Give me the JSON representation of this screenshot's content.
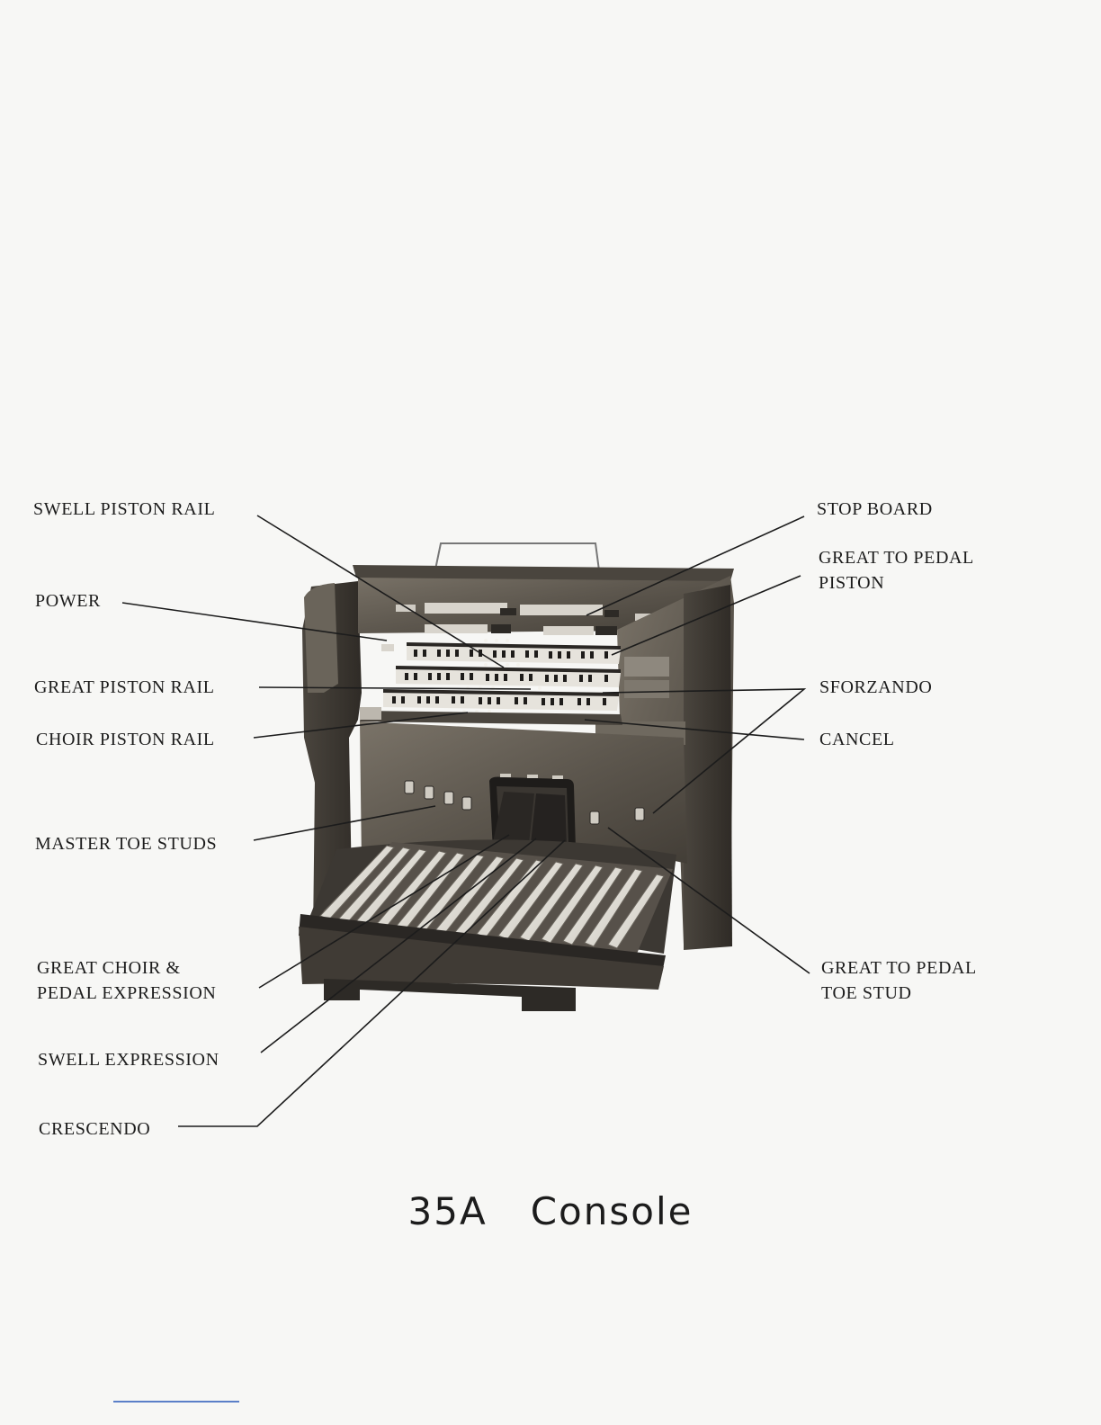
{
  "labels": {
    "swell_piston_rail": "SWELL PISTON RAIL",
    "power": "POWER",
    "great_piston_rail": "GREAT PISTON RAIL",
    "choir_piston_rail": "CHOIR PISTON RAIL",
    "master_toe_studs": "MASTER TOE STUDS",
    "great_choir_pedal_expression_1": "GREAT CHOIR &",
    "great_choir_pedal_expression_2": "PEDAL EXPRESSION",
    "swell_expression": "SWELL EXPRESSION",
    "crescendo": "CRESCENDO",
    "stop_board": "STOP BOARD",
    "great_to_pedal_piston_1": "GREAT TO PEDAL",
    "great_to_pedal_piston_2": "PISTON",
    "sforzando": "SFORZANDO",
    "cancel": "CANCEL",
    "great_to_pedal_toe_stud_1": "GREAT TO PEDAL",
    "great_to_pedal_toe_stud_2": "TOE STUD"
  },
  "caption": {
    "model": "35A",
    "name": "Console"
  },
  "colors": {
    "wood_dark": "#3a3630",
    "wood_mid": "#6b655c",
    "wood_light": "#9a948a",
    "key_white": "#e6e3dc",
    "leader_line": "#1c1c1c",
    "footer_rule": "#5b7fc8"
  }
}
